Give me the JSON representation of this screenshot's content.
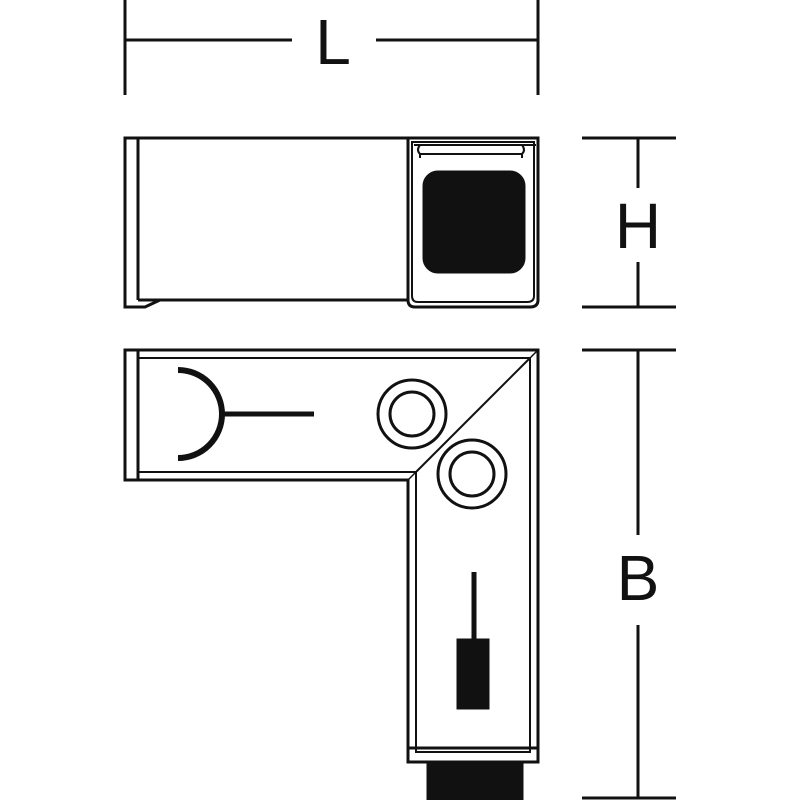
{
  "dimensions": {
    "length_label": "L",
    "height_label": "H",
    "width_label": "B"
  },
  "colors": {
    "line": "#111111",
    "background": "#ffffff",
    "fill_dark": "#111111"
  }
}
